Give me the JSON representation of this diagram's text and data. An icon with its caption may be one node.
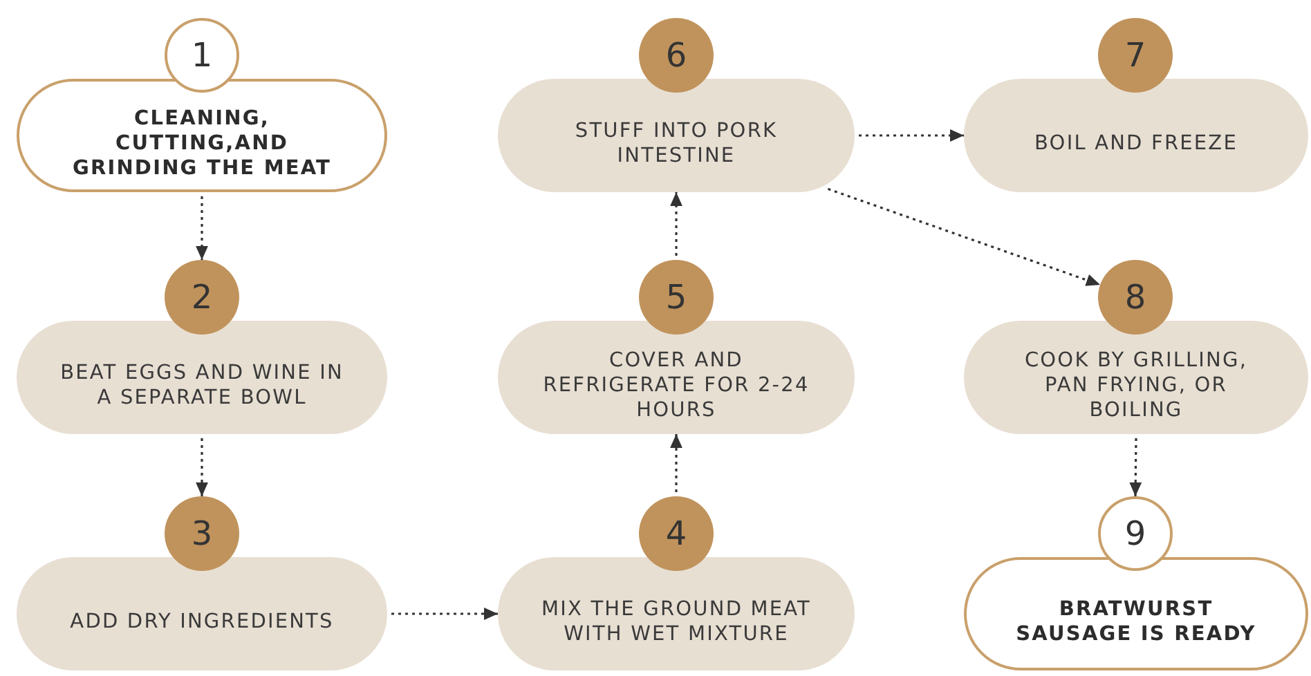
{
  "diagram": {
    "nodes": [
      {
        "text": [
          "1"
        ]
      },
      {
        "text": [
          "CLEANING, CUTTING,AND GRINDING THE MEAT"
        ]
      },
      {
        "text": [
          "2"
        ]
      },
      {
        "text": [
          "BEAT EGGS AND WINE IN A SEPARATE BOWL"
        ]
      },
      {
        "text": [
          "3"
        ]
      },
      {
        "text": [
          "ADD DRY INGREDIENTS"
        ]
      },
      {
        "text": [
          "4"
        ]
      },
      {
        "text": [
          "MIX THE GROUND MEAT WITH WET MIXTURE"
        ]
      },
      {
        "text": [
          "5"
        ]
      },
      {
        "text": [
          "COVER AND REFRIGERATE FOR 2-24 HOURS"
        ]
      },
      {
        "text": [
          "6"
        ]
      },
      {
        "text": [
          "STUFF INTO PORK INTESTINE"
        ]
      },
      {
        "text": [
          "7"
        ]
      },
      {
        "text": [
          "BOIL AND FREEZE"
        ]
      },
      {
        "text": [
          "8"
        ]
      },
      {
        "text": [
          "COOK BY GRILLING, PAN FRYING, OR BOILING"
        ]
      },
      {
        "text": [
          "9"
        ]
      },
      {
        "text": [
          "BRATWURST SAUSAGE IS READY"
        ]
      }
    ],
    "edges": [
      {
        "from": 1,
        "to": 2,
        "arrow": "to"
      },
      {
        "from": 3,
        "to": 4,
        "arrow": "to"
      },
      {
        "from": 5,
        "to": 7,
        "arrow": "to"
      },
      {
        "from": 6,
        "to": 9,
        "arrow": "to"
      },
      {
        "from": 8,
        "to": 11,
        "arrow": "to"
      },
      {
        "from": 11,
        "to": 13,
        "arrow": "to"
      },
      {
        "from": 11,
        "to": 14,
        "arrow": "to"
      },
      {
        "from": 15,
        "to": 16,
        "arrow": "to"
      }
    ]
  }
}
